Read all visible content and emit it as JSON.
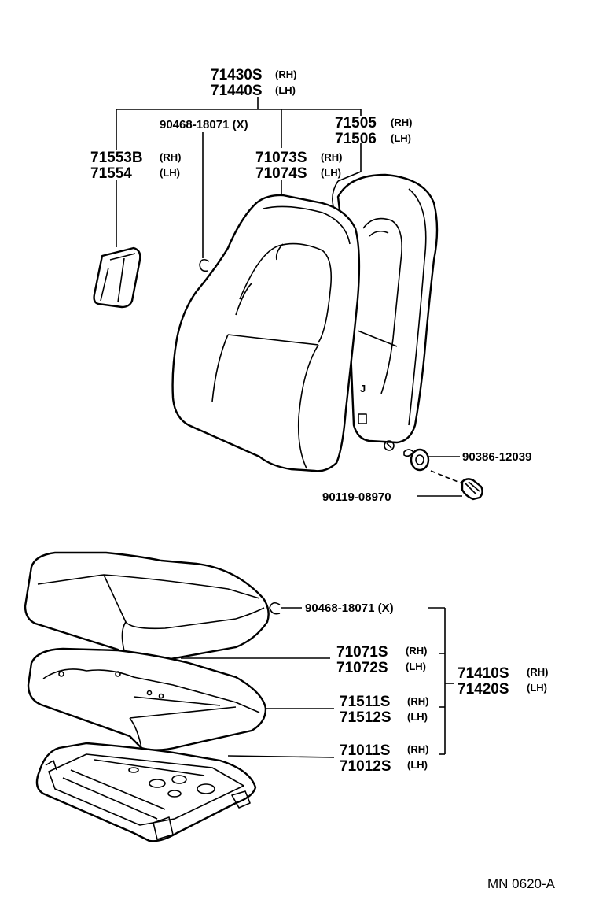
{
  "labels": {
    "seatback_assy": {
      "rh": "71430S",
      "lh": "71440S",
      "rh_sfx": "(RH)",
      "lh_sfx": "(LH)"
    },
    "hog_ring_upper": {
      "pn": "90468-18071 (X)"
    },
    "cover_back": {
      "rh": "71073S",
      "lh": "71074S",
      "rh_sfx": "(RH)",
      "lh_sfx": "(LH)"
    },
    "pad_back": {
      "rh": "71505",
      "lh": "71506",
      "rh_sfx": "(RH)",
      "lh_sfx": "(LH)"
    },
    "side_panel": {
      "rh": "71553B",
      "lh": "71554",
      "rh_sfx": "(RH)",
      "lh_sfx": "(LH)"
    },
    "bushing": {
      "pn": "90386-12039"
    },
    "bolt": {
      "pn": "90119-08970"
    },
    "hog_ring_lower": {
      "pn": "90468-18071 (X)"
    },
    "cover_cushion": {
      "rh": "71071S",
      "lh": "71072S",
      "rh_sfx": "(RH)",
      "lh_sfx": "(LH)"
    },
    "cushion_assy": {
      "rh": "71410S",
      "lh": "71420S",
      "rh_sfx": "(RH)",
      "lh_sfx": "(LH)"
    },
    "pad_cushion": {
      "rh": "71511S",
      "lh": "71512S",
      "rh_sfx": "(RH)",
      "lh_sfx": "(LH)"
    },
    "frame_cushion": {
      "rh": "71011S",
      "lh": "71012S",
      "rh_sfx": "(RH)",
      "lh_sfx": "(LH)"
    }
  },
  "footer": {
    "code": "MN  0620-A"
  }
}
